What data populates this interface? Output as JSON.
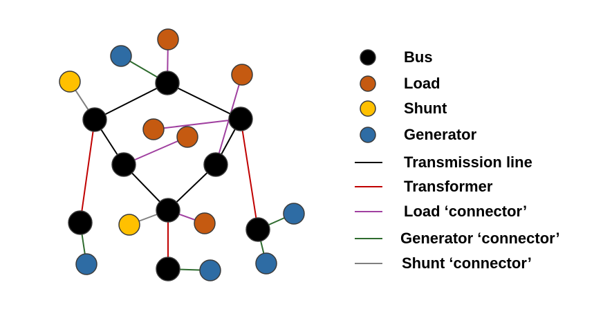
{
  "legend": {
    "bus": "Bus",
    "load": "Load",
    "shunt": "Shunt",
    "generator": "Generator",
    "transmission_line": "Transmission line",
    "transformer": "Transformer",
    "load_connector": "Load ‘connector’",
    "generator_connector": "Generator ‘connector’",
    "shunt_connector": "Shunt ‘connector’"
  },
  "colors": {
    "bus": "#000000",
    "load": "#c55a11",
    "shunt": "#ffc000",
    "generator": "#2e6ca4",
    "transmission_line": "#000000",
    "transformer": "#c00000",
    "load_connector": "#a040a0",
    "generator_connector": "#2e6b2e",
    "shunt_connector": "#808080",
    "node_stroke": "#3a3a3a"
  },
  "nodes": [
    {
      "id": "B1",
      "kind": "bus"
    },
    {
      "id": "B2",
      "kind": "bus"
    },
    {
      "id": "B3",
      "kind": "bus"
    },
    {
      "id": "B4",
      "kind": "bus"
    },
    {
      "id": "B5",
      "kind": "bus"
    },
    {
      "id": "B6",
      "kind": "bus"
    },
    {
      "id": "B7",
      "kind": "bus"
    },
    {
      "id": "B8",
      "kind": "bus"
    },
    {
      "id": "B9",
      "kind": "bus"
    },
    {
      "id": "L1",
      "kind": "load"
    },
    {
      "id": "L2",
      "kind": "load"
    },
    {
      "id": "L3",
      "kind": "load"
    },
    {
      "id": "L4",
      "kind": "load"
    },
    {
      "id": "L5",
      "kind": "load"
    },
    {
      "id": "S1",
      "kind": "shunt"
    },
    {
      "id": "S2",
      "kind": "shunt"
    },
    {
      "id": "G1",
      "kind": "generator"
    },
    {
      "id": "G2",
      "kind": "generator"
    },
    {
      "id": "G3",
      "kind": "generator"
    },
    {
      "id": "G4",
      "kind": "generator"
    },
    {
      "id": "G5",
      "kind": "generator"
    }
  ],
  "edges": [
    {
      "from": "B1",
      "to": "B2",
      "kind": "transmission_line"
    },
    {
      "from": "B1",
      "to": "B3",
      "kind": "transmission_line"
    },
    {
      "from": "B2",
      "to": "B4",
      "kind": "transmission_line"
    },
    {
      "from": "B3",
      "to": "B5",
      "kind": "transmission_line"
    },
    {
      "from": "B4",
      "to": "B6",
      "kind": "transmission_line"
    },
    {
      "from": "B5",
      "to": "B6",
      "kind": "transmission_line"
    },
    {
      "from": "B2",
      "to": "B7",
      "kind": "transformer"
    },
    {
      "from": "B3",
      "to": "B8",
      "kind": "transformer"
    },
    {
      "from": "B6",
      "to": "B9",
      "kind": "transformer"
    },
    {
      "from": "B1",
      "to": "L1",
      "kind": "load_connector"
    },
    {
      "from": "B3",
      "to": "L2",
      "kind": "load_connector"
    },
    {
      "from": "B4",
      "to": "L3",
      "kind": "load_connector"
    },
    {
      "from": "B5",
      "to": "L4",
      "kind": "load_connector"
    },
    {
      "from": "B6",
      "to": "L5",
      "kind": "load_connector"
    },
    {
      "from": "B1",
      "to": "G1",
      "kind": "generator_connector"
    },
    {
      "from": "B7",
      "to": "G2",
      "kind": "generator_connector"
    },
    {
      "from": "B8",
      "to": "G3",
      "kind": "generator_connector"
    },
    {
      "from": "B8",
      "to": "G4",
      "kind": "generator_connector"
    },
    {
      "from": "B9",
      "to": "G5",
      "kind": "generator_connector"
    },
    {
      "from": "B2",
      "to": "S1",
      "kind": "shunt_connector"
    },
    {
      "from": "B6",
      "to": "S2",
      "kind": "shunt_connector"
    }
  ]
}
